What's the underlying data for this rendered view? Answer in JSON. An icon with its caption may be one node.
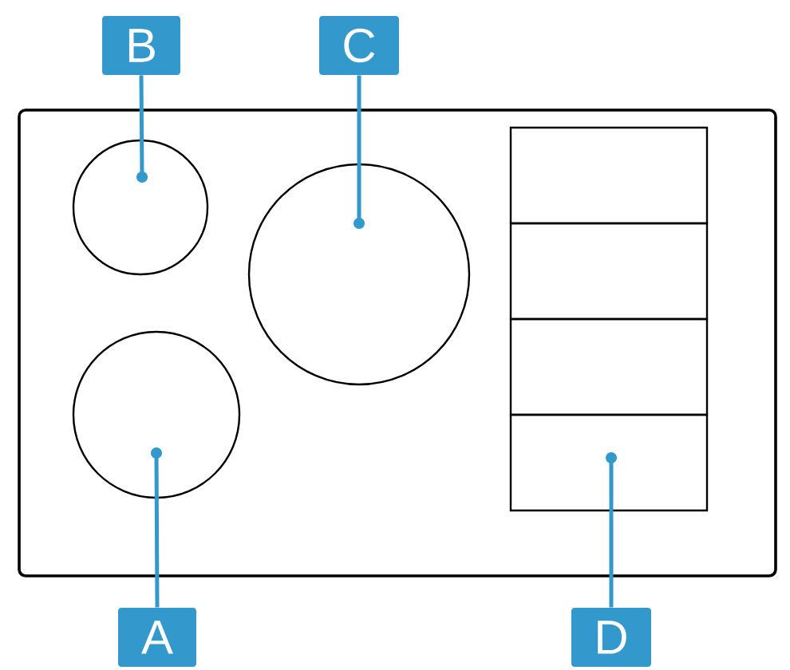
{
  "diagram": {
    "nodes": [
      {
        "text": [
          "B"
        ]
      },
      {
        "text": [
          "C"
        ]
      },
      {
        "text": [],
        "shape": "box"
      },
      {
        "text": [],
        "shape": "circle",
        "in": 2
      },
      {
        "text": [],
        "shape": "circle",
        "in": 2
      },
      {
        "text": [],
        "shape": "circle",
        "in": 2
      },
      {
        "text": [],
        "shape": "box",
        "in": 2
      },
      {
        "text": [],
        "shape": "box",
        "in": 2
      },
      {
        "text": [],
        "shape": "box",
        "in": 2
      },
      {
        "text": [],
        "shape": "box",
        "in": 2
      },
      {
        "text": [
          "A"
        ]
      },
      {
        "text": [
          "D"
        ]
      }
    ],
    "edges": [
      {
        "from": 0,
        "to": 3,
        "arrow": "other"
      },
      {
        "from": 1,
        "to": 4,
        "arrow": "other"
      },
      {
        "from": 10,
        "to": 5,
        "arrow": "other"
      },
      {
        "from": 11,
        "to": 9,
        "arrow": "other"
      }
    ]
  }
}
